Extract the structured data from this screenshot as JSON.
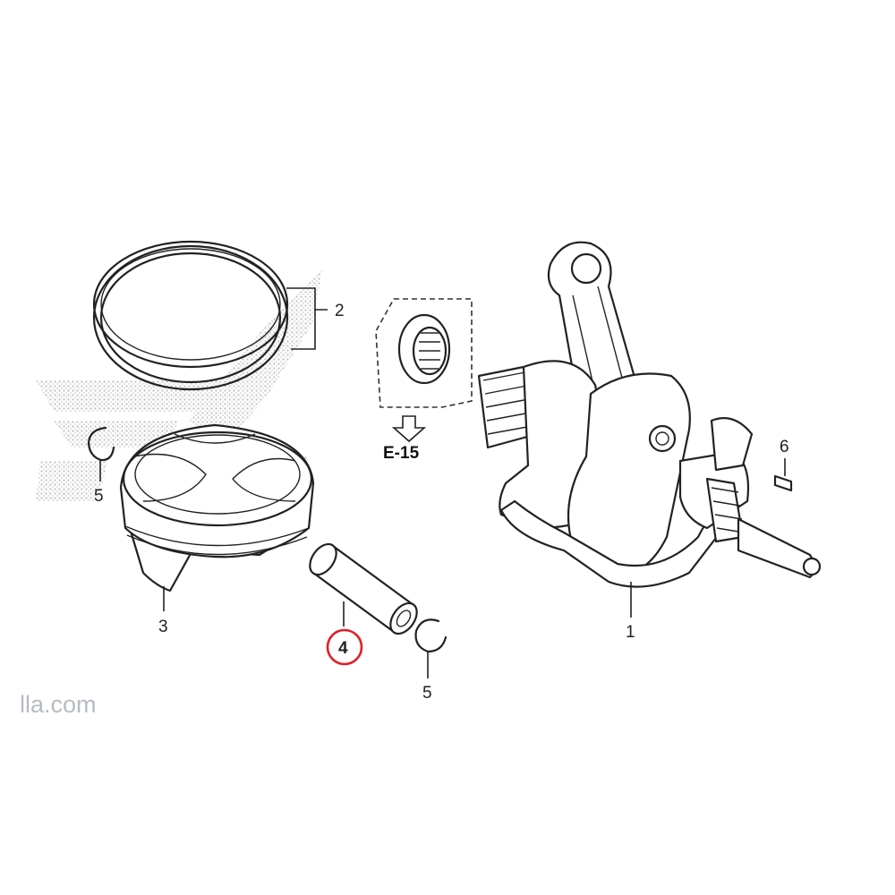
{
  "diagram": {
    "callouts": [
      {
        "id": "crankshaft",
        "label": "1"
      },
      {
        "id": "piston-rings",
        "label": "2"
      },
      {
        "id": "piston",
        "label": "3"
      },
      {
        "id": "piston-pin",
        "label": "4",
        "highlighted": true
      },
      {
        "id": "clip-left",
        "label": "5"
      },
      {
        "id": "clip-right",
        "label": "5"
      },
      {
        "id": "key",
        "label": "6"
      }
    ],
    "reference": {
      "label": "E-15"
    },
    "watermark": "lla.com",
    "highlight_color": "#e01f26"
  }
}
